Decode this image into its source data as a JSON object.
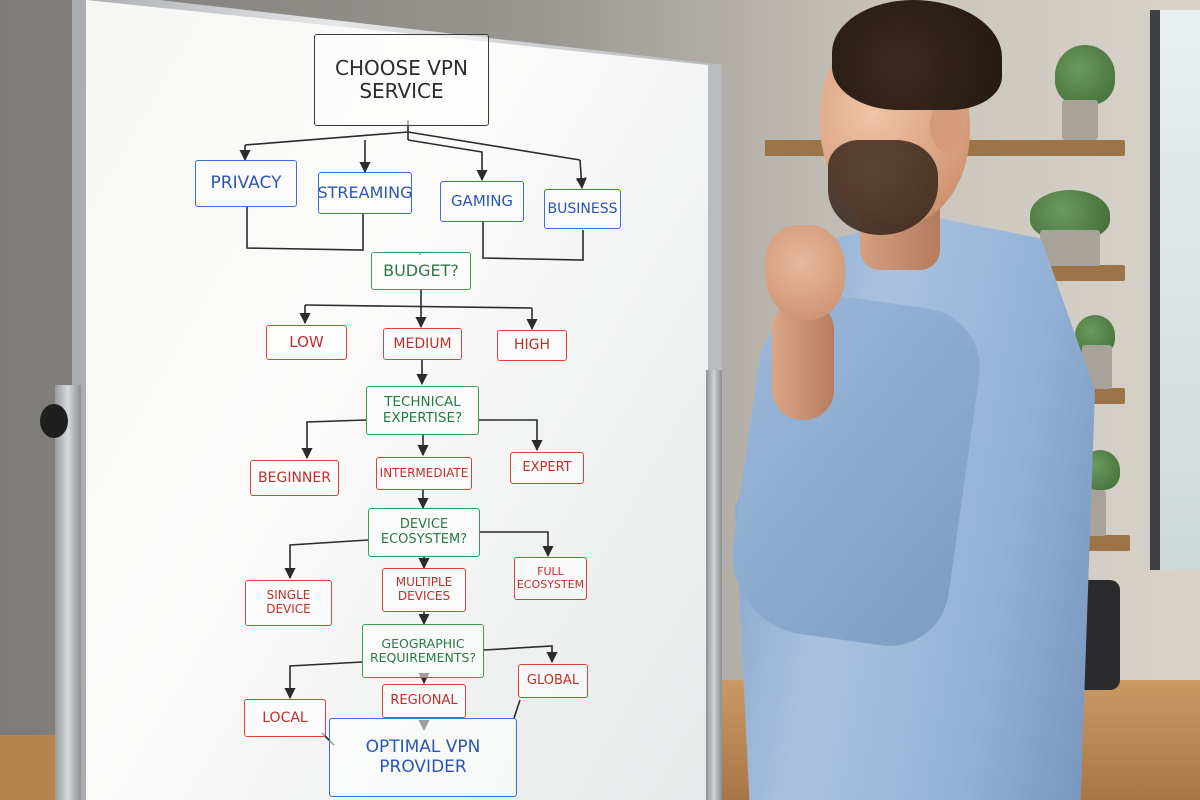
{
  "whiteboard": {
    "title": [
      "CHOOSE VPN",
      "SERVICE"
    ],
    "purposes": [
      "PRIVACY",
      "STREAMING",
      "GAMING",
      "BUSINESS"
    ],
    "budget": {
      "question": "BUDGET?",
      "options": [
        "LOW",
        "MEDIUM",
        "HIGH"
      ]
    },
    "expertise": {
      "question": [
        "TECHNICAL",
        "EXPERTISE?"
      ],
      "options": [
        "BEGINNER",
        "INTERMEDIATE",
        "EXPERT"
      ]
    },
    "devices": {
      "question": [
        "DEVICE",
        "ECOSYSTEM?"
      ],
      "options": [
        [
          "SINGLE",
          "DEVICE"
        ],
        [
          "MULTIPLE",
          "DEVICES"
        ],
        [
          "FULL",
          "ECOSYSTEM"
        ]
      ]
    },
    "geography": {
      "question": [
        "GEOGRAPHIC",
        "REQUIREMENTS?"
      ],
      "options": [
        "LOCAL",
        "REGIONAL",
        "GLOBAL"
      ]
    },
    "result": [
      "OPTIMAL VPN",
      "PROVIDER"
    ]
  },
  "colors": {
    "title": "#3a3a3a",
    "purpose": "#3a6fd0",
    "question": "#3c9a57",
    "option": "#d9433b"
  }
}
